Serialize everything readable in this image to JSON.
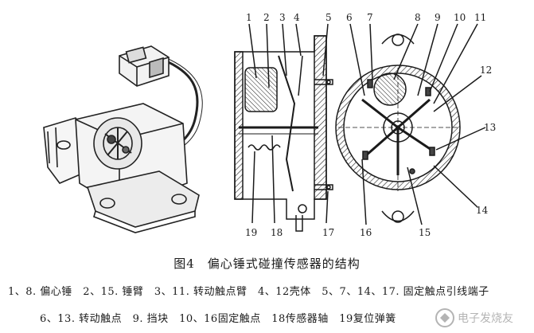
{
  "figure": {
    "caption": "图4　偏心锤式碰撞传感器的结构",
    "callouts_middle_top": [
      "1",
      "2",
      "3",
      "4",
      "5"
    ],
    "callouts_middle_bottom": [
      "19",
      "18",
      "17"
    ],
    "callouts_right_top": [
      "6",
      "7",
      "8",
      "9",
      "10",
      "11"
    ],
    "callouts_right_side": [
      "12",
      "13",
      "14"
    ],
    "callouts_right_bottom": [
      "16",
      "15"
    ]
  },
  "legend": {
    "line1": "1、8. 偏心锤　2、15. 锤臂　3、11. 转动触点臂　4、12壳体　5、7、14、17. 固定触点引线端子",
    "line2": "6、13. 转动触点　9. 挡块　10、16固定触点　18传感器轴　19复位弹簧"
  },
  "watermark": {
    "text": "电子发烧友"
  }
}
